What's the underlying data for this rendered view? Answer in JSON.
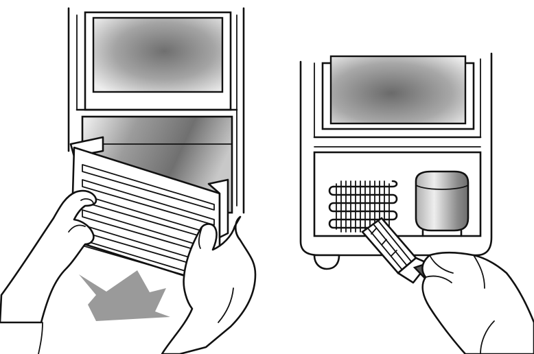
{
  "figure": {
    "panels": [
      {
        "id": "left",
        "depicts": "remove-front-grille"
      },
      {
        "id": "right",
        "depicts": "brush-clean-condenser"
      }
    ]
  },
  "colors": {
    "line": "#111111",
    "background": "#ffffff",
    "arrow": "#9a9a9a",
    "glass_dark": "#7a7a7a",
    "glass_light": "#f2f2f2"
  }
}
